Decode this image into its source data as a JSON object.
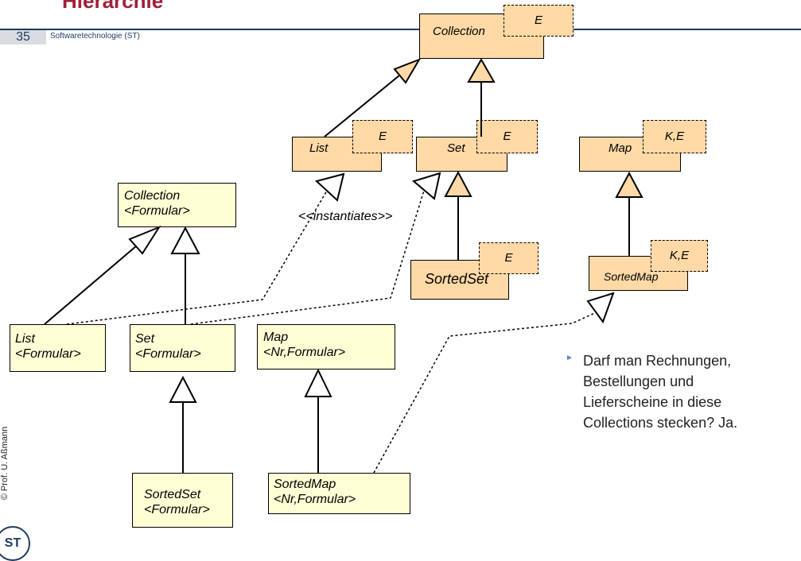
{
  "header": {
    "title": "Hierarchie",
    "page_number": "35",
    "course": "Softwaretechnologie (ST)"
  },
  "footer": {
    "copyright": "© Prof. U. Aßmann",
    "logo": "ST"
  },
  "generic_classes": {
    "collection": {
      "name": "Collection",
      "param": "E"
    },
    "list": {
      "name": "List",
      "param": "E"
    },
    "set": {
      "name": "Set",
      "param": "E"
    },
    "map": {
      "name": "Map",
      "param": "K,E"
    },
    "sortedset": {
      "name": "SortedSet",
      "param": "E"
    },
    "sortedmap": {
      "name": "SortedMap",
      "param": "K,E"
    }
  },
  "instantiated_classes": {
    "collection": {
      "line1": "Collection",
      "line2": "<Formular>"
    },
    "list": {
      "line1": "List",
      "line2": "<Formular>"
    },
    "set": {
      "line1": "Set",
      "line2": "<Formular>"
    },
    "map": {
      "line1": "Map",
      "line2": "<Nr,Formular>"
    },
    "sortedset": {
      "line1": "SortedSet",
      "line2": "<Formular>"
    },
    "sortedmap": {
      "line1": "SortedMap",
      "line2": "<Nr,Formular>"
    }
  },
  "relation_label": "<<instantiates>>",
  "bullet": "Darf man Rechnungen, Bestellungen und Lieferscheine in diese Collections stecken? Ja."
}
